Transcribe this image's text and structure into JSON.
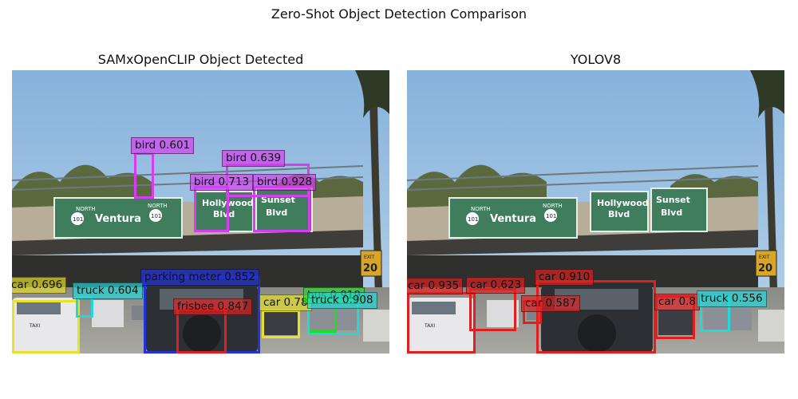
{
  "figure_title": "Zero-Shot Object Detection Comparison",
  "panels": [
    {
      "title": "SAMxOpenCLIP Object Detected",
      "detections": [
        {
          "label": "bird 0.601",
          "color": "#d63cf0"
        },
        {
          "label": "bird 0.639",
          "color": "#d63cf0"
        },
        {
          "label": "bird 0.713",
          "color": "#d63cf0"
        },
        {
          "label": "bird 0.928",
          "color": "#d63cf0"
        },
        {
          "label": "parking meter 0.852",
          "color": "#2233dd"
        },
        {
          "label": "car 0.696",
          "color": "#e6e12a"
        },
        {
          "label": "truck 0.604",
          "color": "#22d8d8"
        },
        {
          "label": "frisbee 0.847",
          "color": "#e02020"
        },
        {
          "label": "car 0.78",
          "color": "#e6e12a"
        },
        {
          "label": "bus 0.919",
          "color": "#22dd22"
        },
        {
          "label": "truck 0.908",
          "color": "#22d8d8"
        }
      ]
    },
    {
      "title": "YOLOV8",
      "detections": [
        {
          "label": "car 0.935",
          "color": "#e02020"
        },
        {
          "label": "car 0.623",
          "color": "#e02020"
        },
        {
          "label": "car 0.587",
          "color": "#e02020"
        },
        {
          "label": "car 0.910",
          "color": "#e02020"
        },
        {
          "label": "car 0.8",
          "color": "#e02020"
        },
        {
          "label": "truck 0.556",
          "color": "#22d8d8"
        }
      ]
    }
  ],
  "scene": {
    "sign_left": "Ventura",
    "sign_left_north": "NORTH",
    "sign_left_route": "101",
    "sign_mid_line1": "Hollywood",
    "sign_mid_line2": "Blvd",
    "sign_right_line1": "Sunset",
    "sign_right_line2": "Blvd",
    "exit_label": "EXIT",
    "exit_number": "20",
    "taxi_text": "TAXI"
  }
}
